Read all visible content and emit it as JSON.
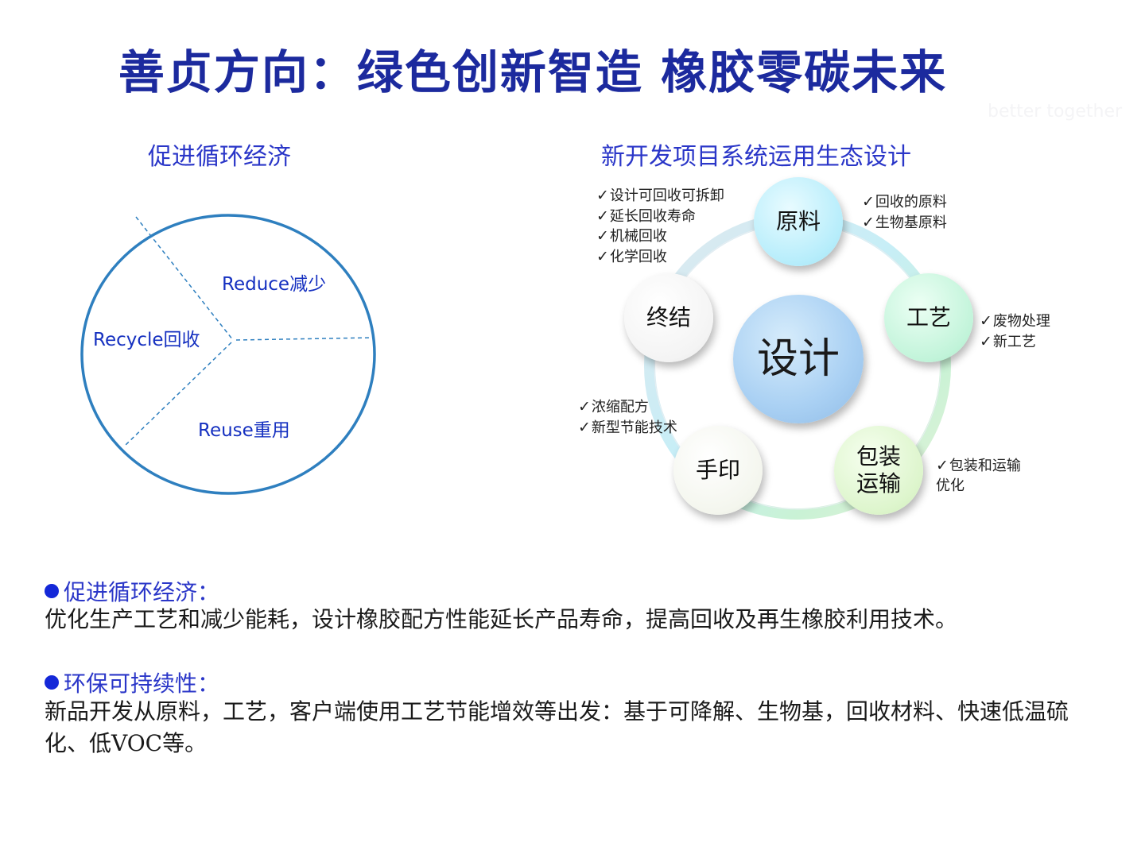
{
  "title": "善贞方向：绿色创新智造 橡胶零碳未来",
  "watermark": "better together",
  "left": {
    "title": "促进循环经济",
    "segments": [
      "Reduce减少",
      "Recycle回收",
      "Reuse重用"
    ]
  },
  "right": {
    "title": "新开发项目系统运用生态设计",
    "center": "设计",
    "nodes": {
      "raw": "原料",
      "craft": "工艺",
      "pack_line1": "包装",
      "pack_line2": "运输",
      "print": "手印",
      "end": "终结"
    },
    "checks": {
      "end": [
        "设计可回收可拆卸",
        "延长回收寿命",
        "机械回收",
        "化学回收"
      ],
      "raw": [
        "回收的原料",
        "生物基原料"
      ],
      "craft": [
        "废物处理",
        "新工艺"
      ],
      "print": [
        "浓缩配方",
        "新型节能技术"
      ],
      "pack_line1": "包装和运输",
      "pack_line2": "优化"
    },
    "tick": "✓"
  },
  "section1": {
    "heading": "促进循环经济：",
    "body": "优化生产工艺和减少能耗，设计橡胶配方性能延长产品寿命，提高回收及再生橡胶利用技术。"
  },
  "section2": {
    "heading": "环保可持续性：",
    "body": "新品开发从原料，工艺，客户端使用工艺节能增效等出发：基于可降解、生物基，回收材料、快速低温硫化、低VOC等。"
  },
  "colors": {
    "title": "#1c2a9e",
    "heading": "#2a36c8",
    "pie_outline": "#2e7fbf",
    "pie_label": "#1530c0",
    "bullet": "#1428d8"
  }
}
